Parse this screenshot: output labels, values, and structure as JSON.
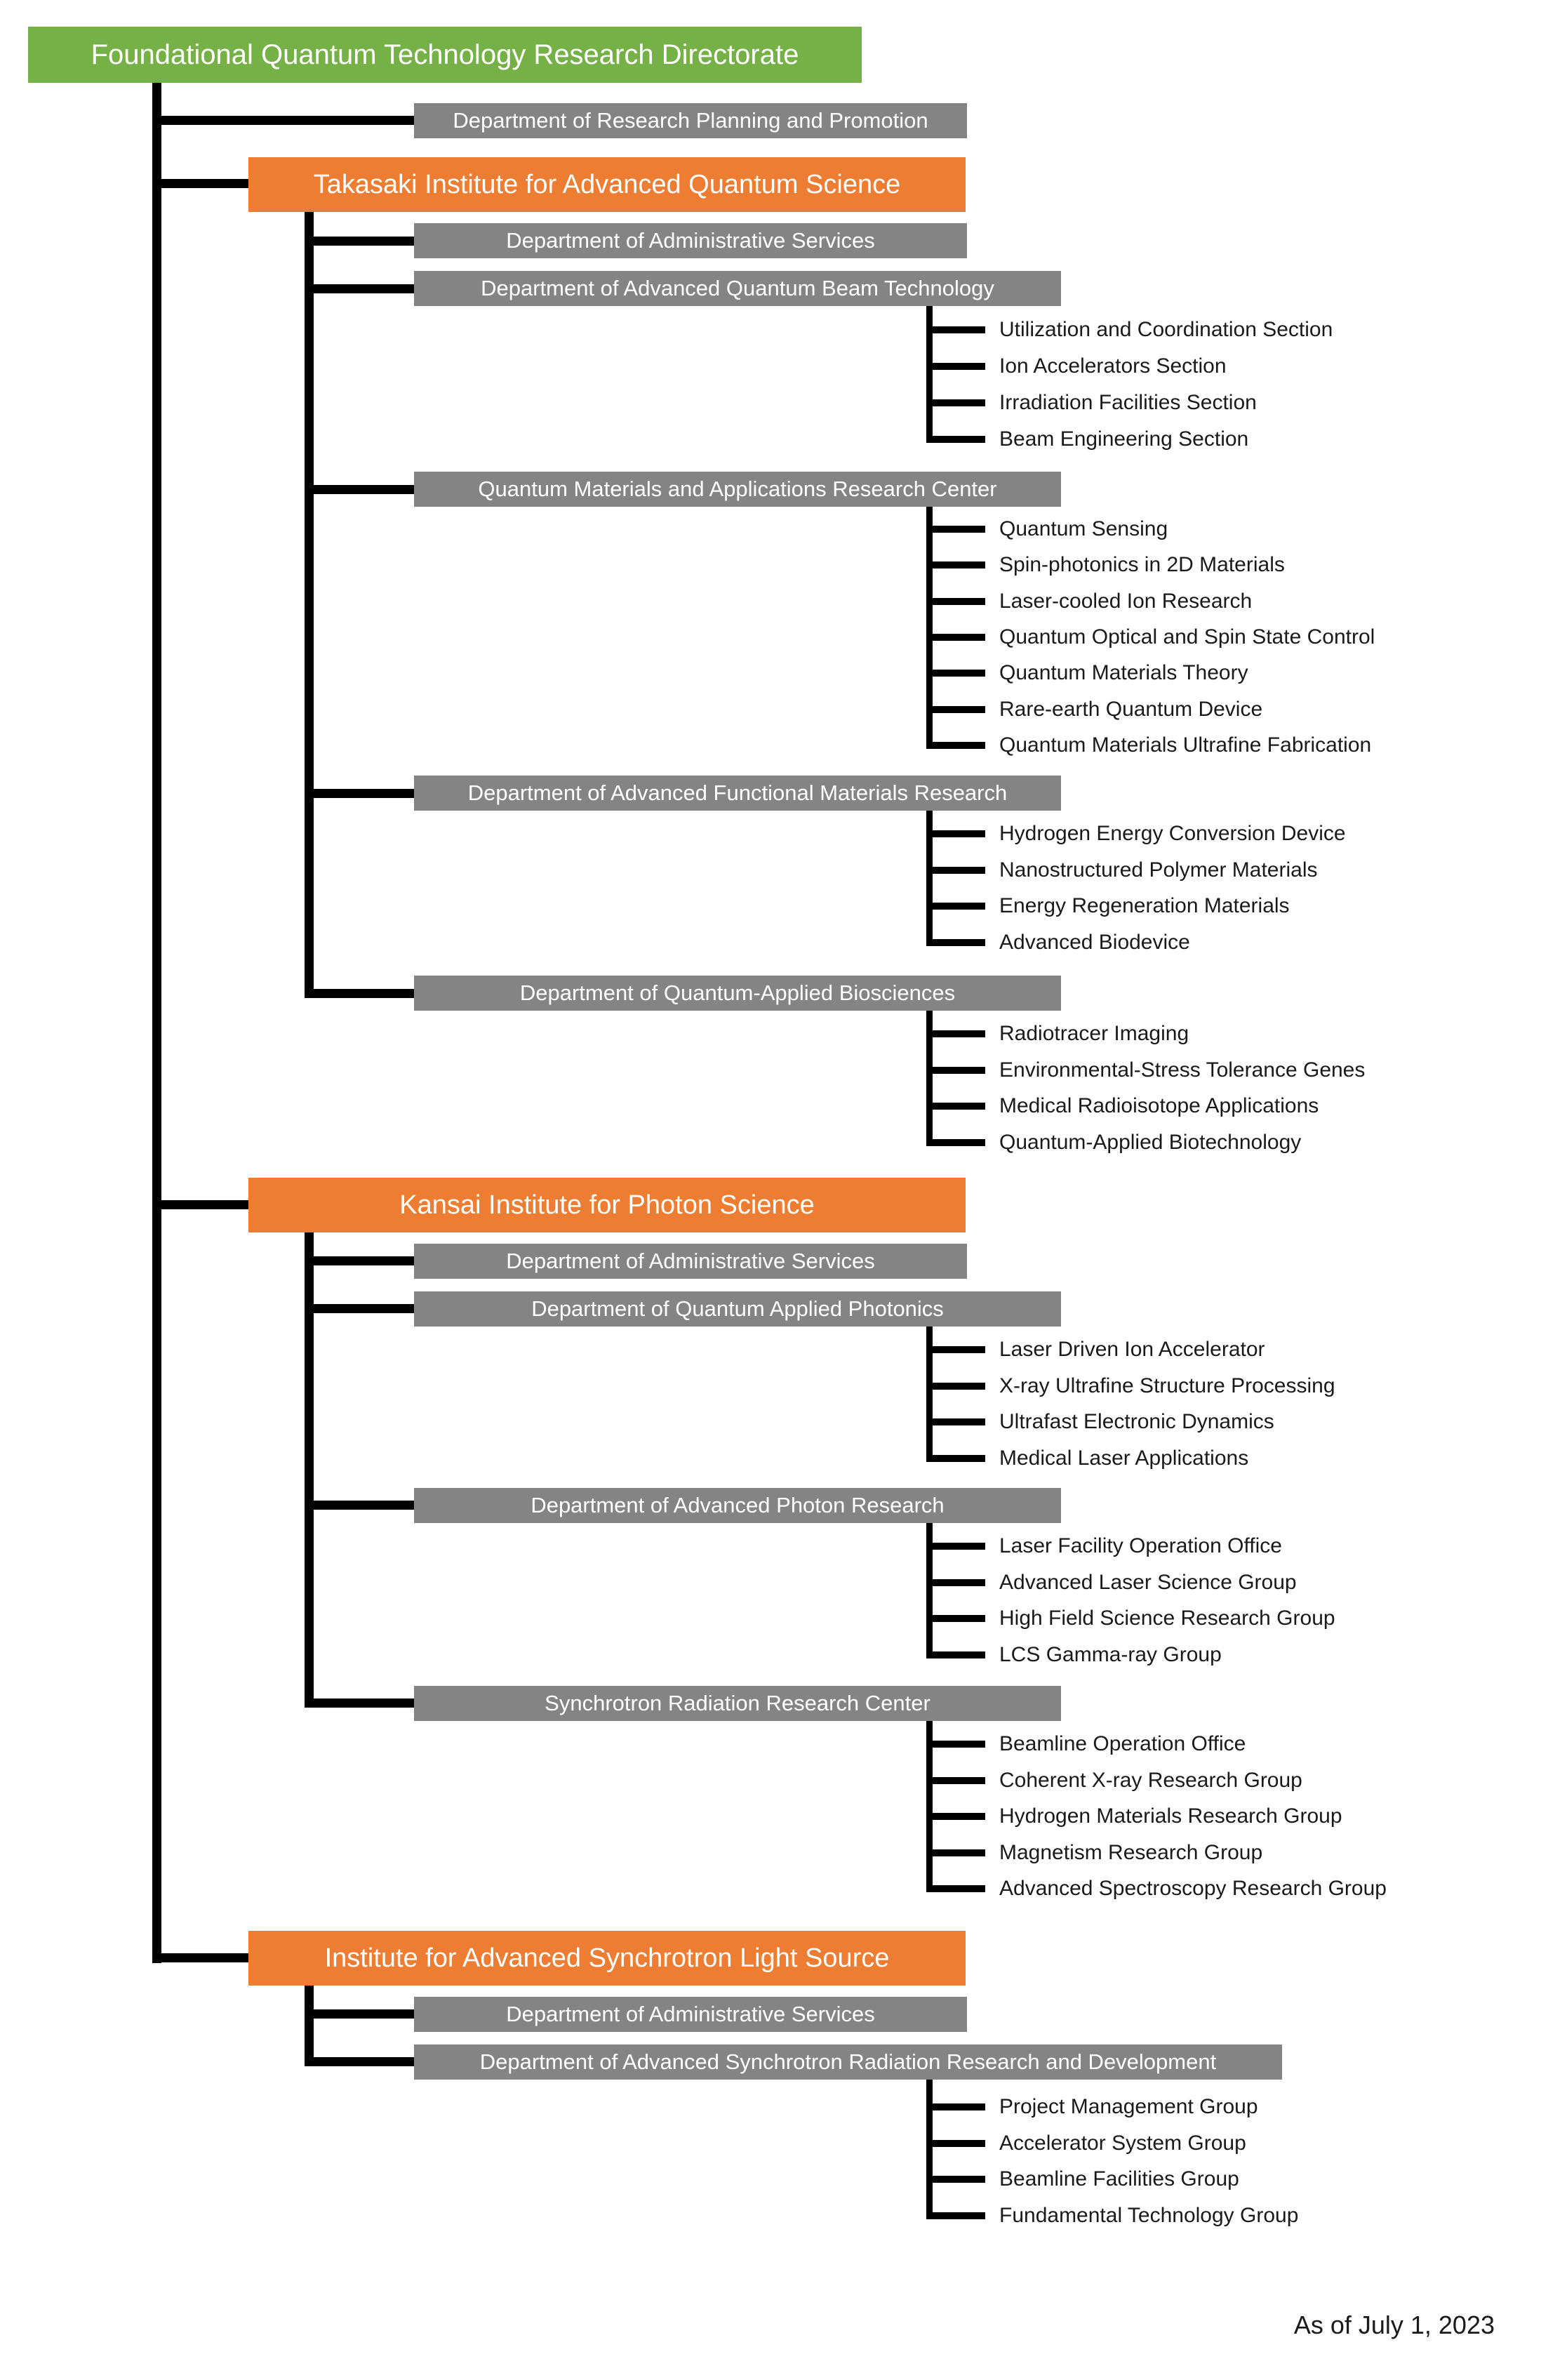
{
  "title": "Foundational Quantum Technology Research Directorate",
  "as_of": "As of July 1, 2023",
  "top_department": {
    "label": "Department of Research Planning and Promotion"
  },
  "institutes": [
    {
      "name": "Takasaki Institute for Advanced Quantum Science",
      "departments": [
        {
          "label": "Department of Administrative Services",
          "units": []
        },
        {
          "label": "Department of Advanced Quantum Beam Technology",
          "units": [
            "Utilization and Coordination Section",
            "Ion Accelerators Section",
            "Irradiation Facilities Section",
            "Beam Engineering Section"
          ]
        },
        {
          "label": "Quantum Materials and Applications Research Center",
          "units": [
            "Quantum Sensing",
            "Spin-photonics in 2D Materials",
            "Laser-cooled Ion Research",
            "Quantum Optical and Spin State Control",
            "Quantum Materials Theory",
            "Rare-earth Quantum Device",
            "Quantum Materials Ultrafine Fabrication"
          ]
        },
        {
          "label": "Department of Advanced Functional Materials Research",
          "units": [
            "Hydrogen Energy Conversion Device",
            "Nanostructured Polymer Materials",
            "Energy Regeneration Materials",
            "Advanced Biodevice"
          ]
        },
        {
          "label": "Department of Quantum-Applied Biosciences",
          "units": [
            "Radiotracer Imaging",
            "Environmental-Stress Tolerance Genes",
            "Medical Radioisotope Applications",
            "Quantum-Applied Biotechnology"
          ]
        }
      ]
    },
    {
      "name": "Kansai Institute for Photon Science",
      "departments": [
        {
          "label": "Department of Administrative Services",
          "units": []
        },
        {
          "label": "Department of Quantum Applied Photonics",
          "units": [
            "Laser Driven Ion Accelerator",
            "X-ray Ultrafine Structure Processing",
            "Ultrafast Electronic Dynamics",
            "Medical Laser Applications"
          ]
        },
        {
          "label": "Department of Advanced Photon Research",
          "units": [
            "Laser Facility Operation Office",
            "Advanced Laser Science Group",
            "High Field Science Research Group",
            "LCS Gamma-ray Group"
          ]
        },
        {
          "label": "Synchrotron Radiation Research Center",
          "units": [
            "Beamline Operation Office",
            "Coherent X-ray Research Group",
            "Hydrogen Materials Research Group",
            "Magnetism Research Group",
            "Advanced Spectroscopy Research Group"
          ]
        }
      ]
    },
    {
      "name": "Institute for Advanced Synchrotron Light Source",
      "departments": [
        {
          "label": "Department of Administrative Services",
          "units": []
        },
        {
          "label": "Department of Advanced Synchrotron Radiation Research and Development",
          "units": [
            "Project Management Group",
            "Accelerator System Group",
            "Beamline Facilities Group",
            "Fundamental Technology Group"
          ]
        }
      ]
    }
  ],
  "colors": {
    "root_box": "#76B147",
    "institute_box": "#ED7D33",
    "department_box": "#848484",
    "connector": "#000000",
    "unit_text": "#1A1A1A",
    "box_text": "#FFFFFF",
    "background": "#FFFFFF"
  }
}
